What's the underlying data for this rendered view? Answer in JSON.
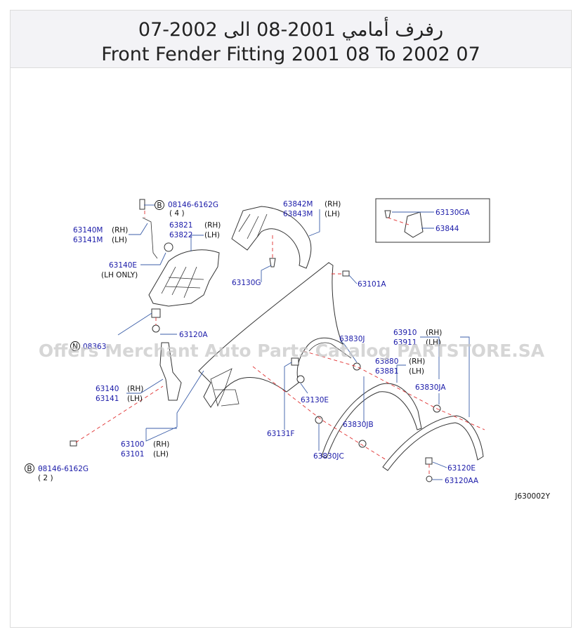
{
  "header": {
    "title_ar": "رفرف أمامي 2001-08 الى 2002-07",
    "title_en": "Front Fender Fitting 2001 08 To 2002 07"
  },
  "watermark": "Offers Merchant Auto Parts Catalog PARTSTORE.SA",
  "diagram_code": "J630002Y",
  "colors": {
    "part_number": "#1a1aa8",
    "leader": "#3b5ea8",
    "dashed_leader": "#e03030"
  },
  "callouts": {
    "b_top": "08146-6162G",
    "b_top_qty": "( 4 )",
    "p63140m": "63140M",
    "p63141m": "63141M",
    "p63821": "63821",
    "p63822": "63822",
    "p63842m": "63842M",
    "p63843m": "63843M",
    "p63130ga": "63130GA",
    "p63844": "63844",
    "p63140e": "63140E",
    "lh_only": "(LH  ONLY)",
    "p63130g": "63130G",
    "p63101a": "63101A",
    "p63120a": "63120A",
    "p08363": "08363-",
    "p63830j": "63830J",
    "p63910": "63910",
    "p63911": "63911",
    "p63880": "63880",
    "p63881": "63881",
    "p63140": "63140",
    "p63141": "63141",
    "p63830ja": "63830JA",
    "p63130e": "63130E",
    "p63830jb": "63830JB",
    "p63131f": "63131F",
    "p63100": "63100",
    "p63101": "63101",
    "p63830jc": "63830JC",
    "p63120e": "63120E",
    "p63120aa": "63120AA",
    "b_bottom": "08146-6162G",
    "b_bottom_qty": "( 2 )",
    "rh": "(RH)",
    "lh": "(LH)",
    "b_marker": "B",
    "n_marker": "N"
  }
}
